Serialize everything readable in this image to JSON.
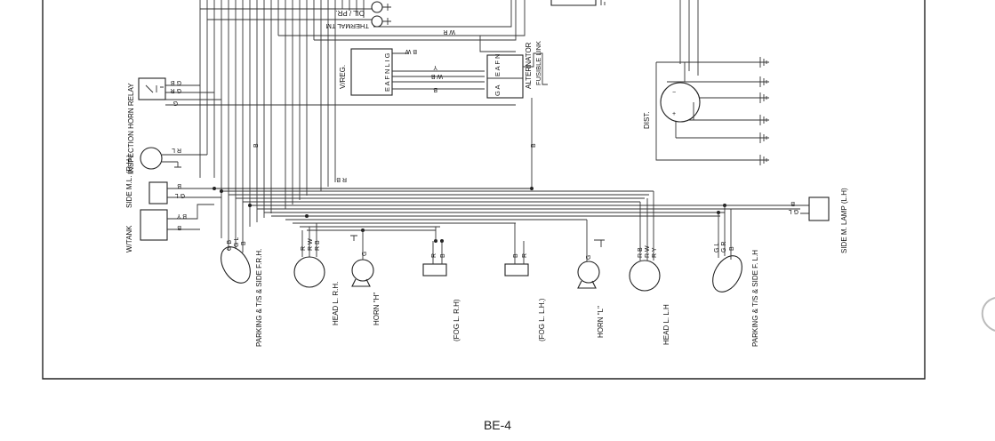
{
  "page_number": "BE-4",
  "components": {
    "oil_pr": "OIL / PR.",
    "thermal_tm": "THERMAL TM",
    "v_reg": "V/REG.",
    "v_reg_terminals": "E A F N  L I G",
    "alternator": "ALTERNATOR",
    "alternator_terminals": "E A F N",
    "alternator_ga": "G A",
    "fusible_link": "FUSIBLE LINK",
    "dist": "DIST.",
    "inspection_horn_relay": "INSPECTION HORN RELAY",
    "side_ml_rh": "SIDE M.L. (R.H.)",
    "w_tank": "W/TANK",
    "side_m_lamp_lh": "SIDE  M.  LAMP (L.H)",
    "parking_ts_side_rh": "PARKING & T/S & SIDE F.R.H.",
    "head_l_rh": "HEAD  L.  R.H.",
    "horn_h": "HORN \"H\"",
    "fog_l_rh": "(FOG  L.  R.H)",
    "fog_l_lh": "(FOG  L.  L.H.)",
    "horn_l": "HORN \"L\"",
    "head_l_lh": "HEAD  L.  L.H",
    "parking_ts_side_lh": "PARKING & T/S & SIDE  F.  L.H"
  },
  "wire_codes": {
    "wr": "W R",
    "bw": "B W",
    "y": "Y",
    "wb": "W B",
    "b": "B",
    "gb": "G B",
    "gr": "G R",
    "g": "G",
    "rl": "R L",
    "gl": "G L",
    "by": "B Y",
    "rw": "R W",
    "rb": "R B",
    "ry": "R Y",
    "r": "R"
  }
}
